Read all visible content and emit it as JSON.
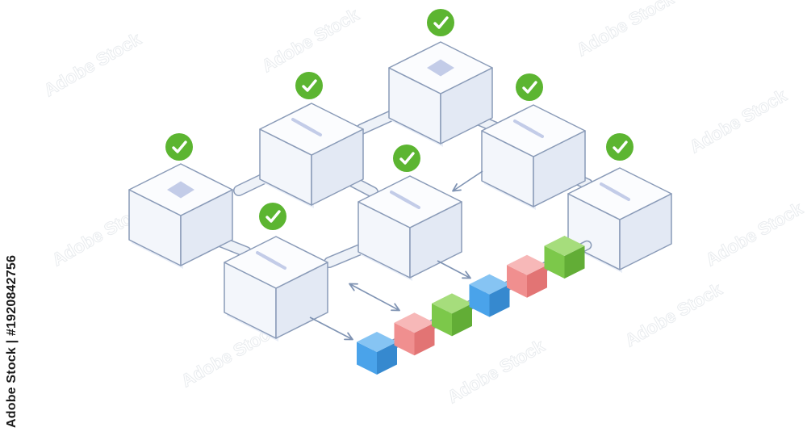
{
  "watermark": {
    "side_text": "Adobe Stock | #1920842756",
    "tile_text": "Adobe Stock"
  },
  "colors": {
    "node_face": "#f4f7fc",
    "node_side": "#e3e9f4",
    "node_stroke": "#8a9bb8",
    "node_icon": "#c3cce8",
    "check_green": "#5cb531",
    "link": "#eef2f8",
    "arrow": "#7f93b3",
    "block_blue": "#4aa3ea",
    "block_red": "#f08f8f",
    "block_green": "#7cc84a"
  },
  "diagram": {
    "nodes": [
      {
        "id": "node-top",
        "icon": "square-icon",
        "verified": true
      },
      {
        "id": "node-upper-left",
        "icon": "list-icon",
        "verified": true
      },
      {
        "id": "node-upper-right",
        "icon": "list-icon",
        "verified": true
      },
      {
        "id": "node-far-left",
        "icon": "square-icon",
        "verified": true
      },
      {
        "id": "node-center",
        "icon": "list-icon",
        "verified": true
      },
      {
        "id": "node-far-right",
        "icon": "list-icon",
        "verified": true
      },
      {
        "id": "node-lower-left",
        "icon": "list-icon",
        "verified": true
      }
    ],
    "chain_blocks": [
      "blue",
      "red",
      "green",
      "blue",
      "red",
      "green"
    ]
  }
}
